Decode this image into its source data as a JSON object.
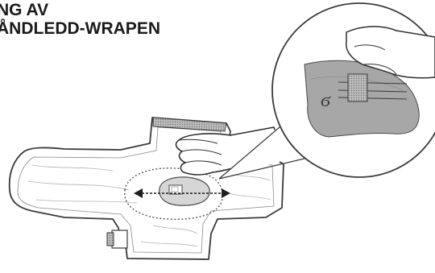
{
  "heading": {
    "line1": "NG AV",
    "line2": "ÅNDLEDD-WRAPEN"
  },
  "icon_glyphs": {
    "logo_mark": "ϭ"
  }
}
